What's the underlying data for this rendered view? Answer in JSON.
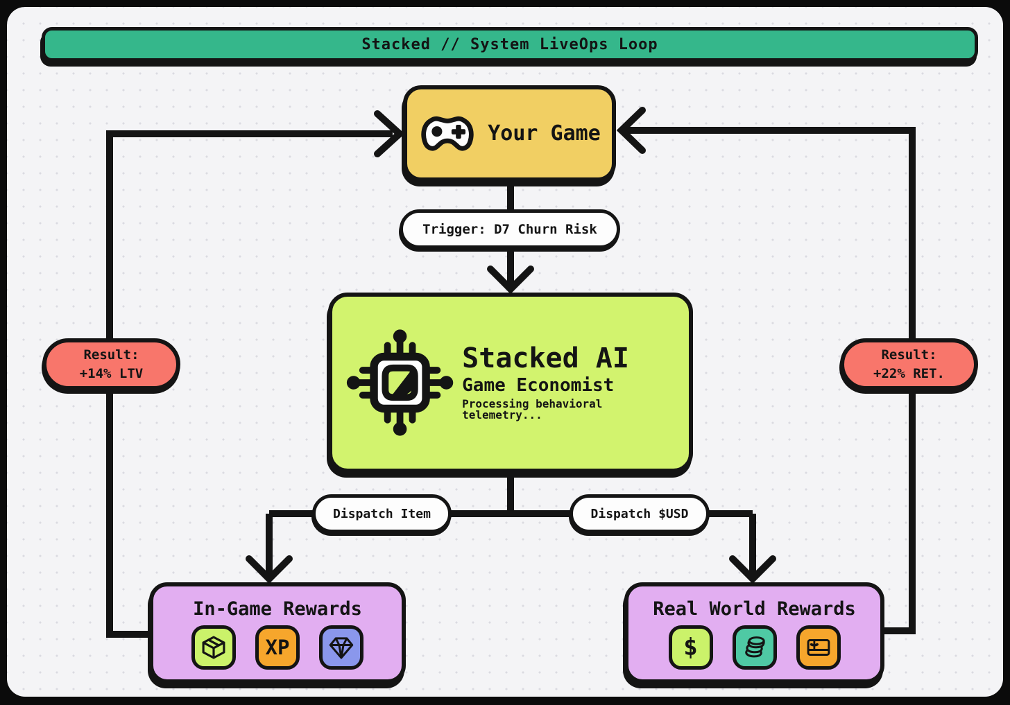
{
  "header": {
    "title": "Stacked // System LiveOps Loop"
  },
  "nodes": {
    "your_game": {
      "label": "Your Game",
      "icon": "gamepad-icon",
      "color": "#F1CF63"
    },
    "trigger": {
      "label": "Trigger: D7 Churn Risk"
    },
    "stacked_ai": {
      "title": "Stacked AI",
      "subtitle": "Game Economist",
      "status": "Processing behavioral telemetry...",
      "icon": "cpu-chip-icon",
      "color": "#D2F36E"
    },
    "result_left": {
      "line1": "Result:",
      "line2": "+14% LTV",
      "color": "#F8766B"
    },
    "result_right": {
      "line1": "Result:",
      "line2": "+22% RET.",
      "color": "#F8766B"
    },
    "dispatch_item": {
      "label": "Dispatch Item"
    },
    "dispatch_usd": {
      "label": "Dispatch $USD"
    },
    "in_game_rewards": {
      "title": "In-Game Rewards",
      "color": "#E2AEF1",
      "tiles": [
        {
          "icon": "package-icon",
          "color": "#CBF26A"
        },
        {
          "icon": "xp-badge",
          "label": "XP",
          "color": "#F6A62C"
        },
        {
          "icon": "gem-icon",
          "color": "#8A97EC"
        }
      ]
    },
    "real_world_rewards": {
      "title": "Real World Rewards",
      "color": "#E2AEF1",
      "tiles": [
        {
          "icon": "dollar-icon",
          "label": "$",
          "color": "#CBF26A"
        },
        {
          "icon": "coins-icon",
          "color": "#4FC9A4"
        },
        {
          "icon": "gift-card-icon",
          "color": "#F6A62C"
        }
      ]
    }
  },
  "theme": {
    "panel_background": "#F4F4F6",
    "frame": "#0B0B0B",
    "line": "#141414",
    "banner_green": "#35B78B"
  }
}
